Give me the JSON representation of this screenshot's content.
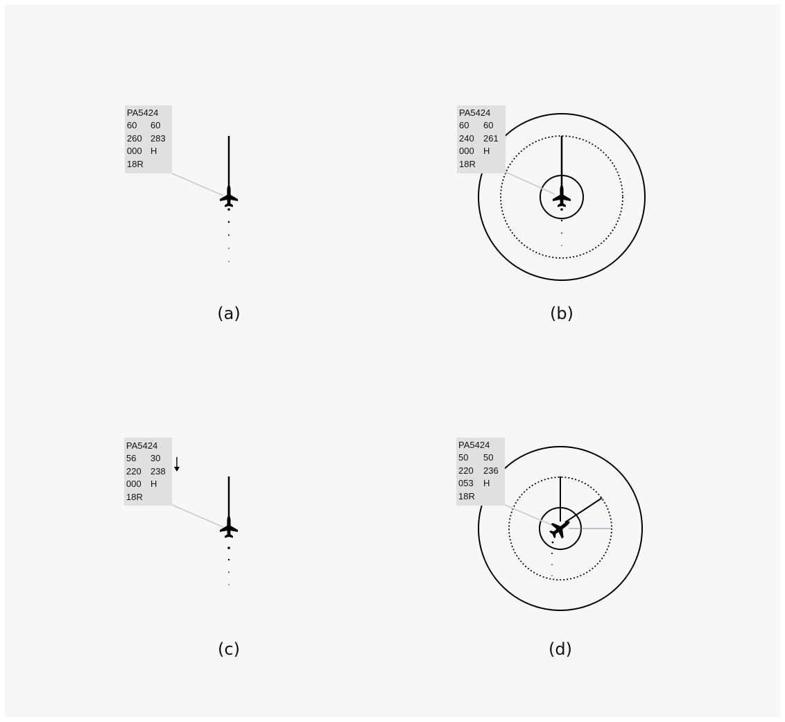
{
  "colors": {
    "background": "#f7f7f7",
    "label_box": "#e0e0e0",
    "leader_line": "#cfcfcf",
    "symbol": "#000000",
    "guide_line": "#8888aa"
  },
  "panels": [
    {
      "caption": "(a)",
      "label": {
        "callsign": "PA5424",
        "row2": [
          "60",
          "60"
        ],
        "row3": [
          "260",
          "283"
        ],
        "row4": [
          "000",
          "H"
        ],
        "runway": "18R"
      },
      "trend_icon": "",
      "rings": false,
      "aircraft_heading_deg": 0
    },
    {
      "caption": "(b)",
      "label": {
        "callsign": "PA5424",
        "row2": [
          "60",
          "60"
        ],
        "row3": [
          "240",
          "261"
        ],
        "row4": [
          "000",
          "H"
        ],
        "runway": "18R"
      },
      "trend_icon": "",
      "rings": true,
      "aircraft_heading_deg": 0
    },
    {
      "caption": "(c)",
      "label": {
        "callsign": "PA5424",
        "row2": [
          "56",
          "30"
        ],
        "row3": [
          "220",
          "238"
        ],
        "row4": [
          "000",
          "H"
        ],
        "runway": "18R"
      },
      "trend_icon": "down-arrow-icon",
      "rings": false,
      "aircraft_heading_deg": 0
    },
    {
      "caption": "(d)",
      "label": {
        "callsign": "PA5424",
        "row2": [
          "50",
          "50"
        ],
        "row3": [
          "220",
          "236"
        ],
        "row4": [
          "053",
          "H"
        ],
        "runway": "18R"
      },
      "trend_icon": "",
      "rings": true,
      "aircraft_heading_deg": 53
    }
  ]
}
